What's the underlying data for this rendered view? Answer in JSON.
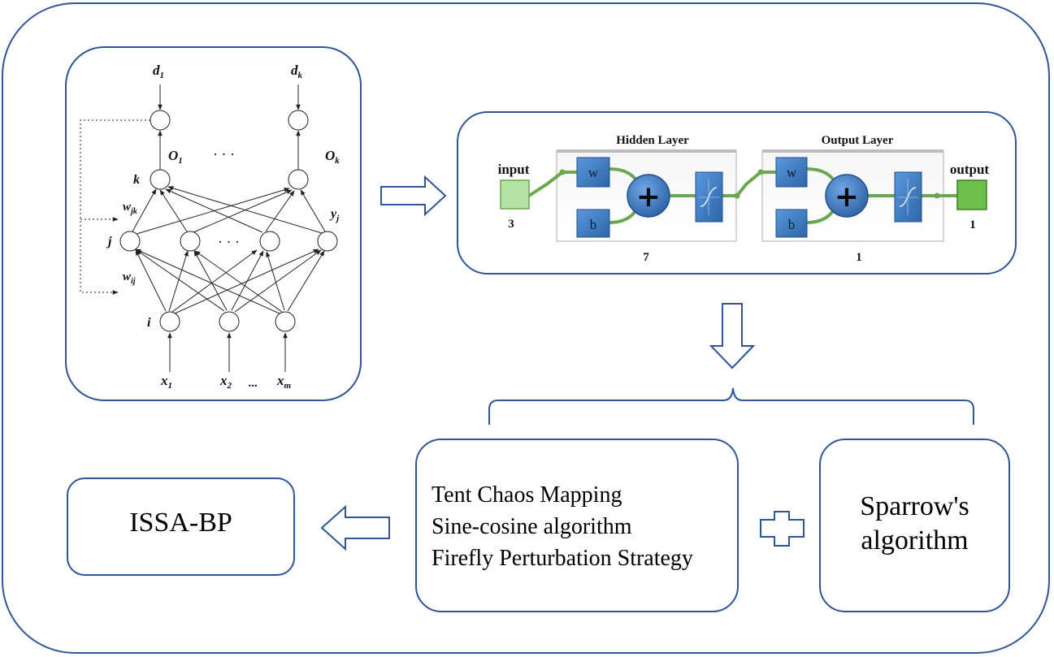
{
  "bp_network": {
    "output_targets": [
      "d",
      "d"
    ],
    "output_target_subs": [
      "1",
      "k"
    ],
    "output_values": [
      "O",
      "O"
    ],
    "output_value_subs": [
      "1",
      "k"
    ],
    "output_ellipsis": "· · ·",
    "layer_k": "k",
    "layer_j": "j",
    "layer_i": "i",
    "weight_jk": "w",
    "weight_jk_sub": "jk",
    "weight_ij": "w",
    "weight_ij_sub": "ij",
    "hidden_value": "y",
    "hidden_value_sub": "j",
    "hidden_ellipsis": "· · ·",
    "inputs": [
      "x",
      "x",
      "x"
    ],
    "input_subs": [
      "1",
      "2",
      "m"
    ],
    "input_ellipsis": "..."
  },
  "matlab_net": {
    "input_label": "input",
    "input_size": "3",
    "hidden_title": "Hidden Layer",
    "hidden_size": "7",
    "output_title": "Output Layer",
    "output_size": "1",
    "output_label": "output",
    "out_size": "1",
    "weight_label": "w",
    "bias_label": "b",
    "sum_symbol": "+"
  },
  "issa": {
    "label": "ISSA-BP"
  },
  "strategies": {
    "items": [
      "Tent Chaos Mapping",
      "Sine-cosine algorithm",
      "Firefly Perturbation Strategy"
    ]
  },
  "sparrow": {
    "line1": "Sparrow's",
    "line2": "algorithm"
  },
  "colors": {
    "border": "#2f5597",
    "block_blue": "#3f7dc7",
    "line_green": "#6aa84f",
    "input_green": "#b5e2a5",
    "output_green": "#6bbf4a"
  }
}
